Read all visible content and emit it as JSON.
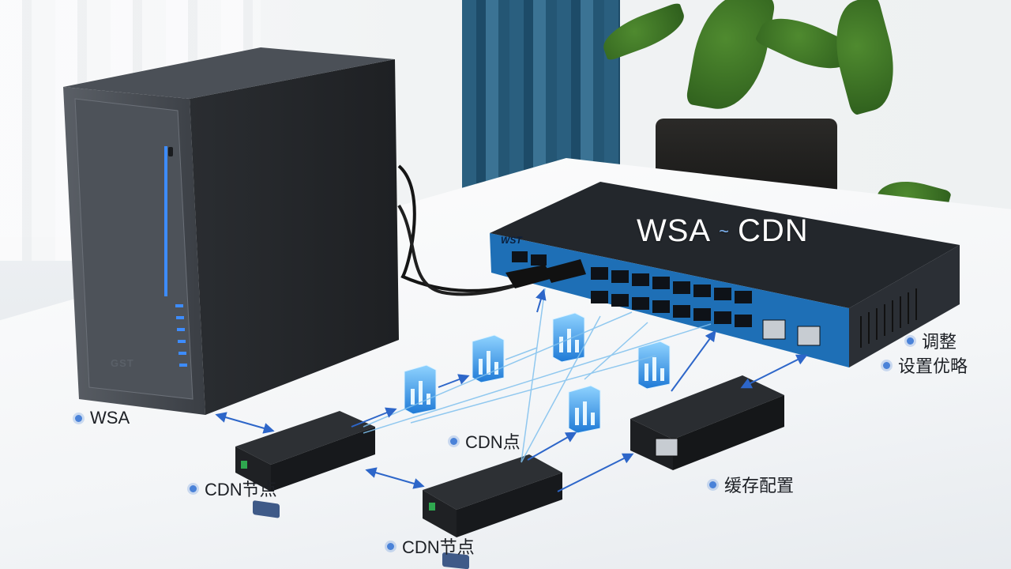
{
  "title": {
    "left": "WSA",
    "separator": "~",
    "right": "CDN"
  },
  "brand": {
    "tower": "GST",
    "switch": "WST"
  },
  "labels": {
    "wsa": "WSA",
    "cdn_node_1": "CDN节点",
    "cdn_node_2": "CDN节点",
    "cdn_point": "CDN点",
    "cache_config": "缓存配置",
    "adjust": "调整",
    "settings_optimize": "设置优略"
  },
  "colors": {
    "accent": "#4a82d8",
    "arrow": "#2d66c9",
    "switch_blue": "#1e6fb6",
    "device_black": "#1f2124",
    "icon_blue": "#2f8fe0"
  },
  "icons": [
    "server-tower-icon",
    "network-switch-icon",
    "cdn-node-box-icon",
    "cache-device-icon",
    "data-building-icon"
  ]
}
